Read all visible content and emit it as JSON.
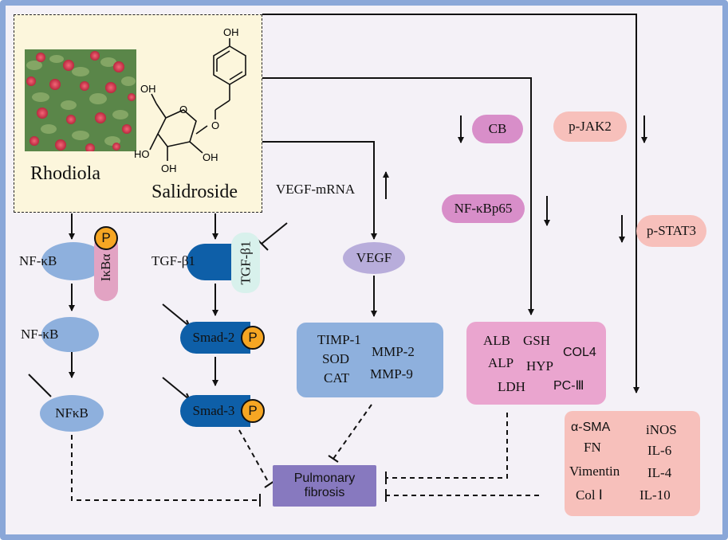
{
  "colors": {
    "frame": "#8aa7d8",
    "background": "#f4f1f7",
    "herb_panel": "#fcf6dc",
    "nfkb_node": "#8eb0dd",
    "ikba": "#e2a3c3",
    "tgf_node": "#0e5fa8",
    "tgf_receptor": "#d8f1ec",
    "phospho": "#f6a623",
    "vegf": "#b8addb",
    "timp_box": "#8eb0dd",
    "cb_nf": "#d88ec9",
    "alb_box": "#eaa5cf",
    "jak_stat": "#f7c0bb",
    "sma_box": "#f7c0bb",
    "fibrosis": "#8779bf"
  },
  "herb": {
    "plant_name": "Rhodiola",
    "compound_name": "Salidroside",
    "structure_labels": {
      "oh_top": "OH",
      "o_link": "O",
      "ring_o": "O",
      "oh_c6": "OH",
      "oh_c4": "HO",
      "oh_c3": "OH",
      "oh_c2": "OH"
    }
  },
  "nfkb_branch": {
    "nfkb_bound": "NF-κB",
    "ikba": "IκBα",
    "phospho": "P",
    "nfkb_free": "NF-κB",
    "nfkb_nuclear": "NFκB"
  },
  "tgf_branch": {
    "tgf_ligand": "TGF-β1",
    "tgf_receptor": "TGF-β1",
    "smad2": "Smad-2",
    "smad3": "Smad-3",
    "phospho": "P"
  },
  "vegf_branch": {
    "vegf_mrna": "VEGF-mRNA",
    "vegf": "VEGF",
    "box": {
      "up_items": [
        "TIMP-1",
        "SOD",
        "CAT"
      ],
      "down_items": [
        "MMP-2",
        "MMP-9"
      ]
    }
  },
  "oxidative_branch": {
    "cb": "CB",
    "nfkbp65": "NF-κBp65",
    "box": {
      "items": [
        "ALB",
        "GSH",
        "ALP",
        "HYP",
        "LDH",
        "COL4",
        "PC-Ⅲ"
      ]
    }
  },
  "jak_branch": {
    "pjak2": "p-JAK2",
    "pstat3": "p-STAT3",
    "box": {
      "left_items": [
        "α-SMA",
        "FN",
        "Vimentin",
        "Col Ⅰ"
      ],
      "right_down": [
        "iNOS",
        "IL-6"
      ],
      "right_up": [
        "IL-4",
        "IL-10"
      ]
    }
  },
  "outcome": {
    "label": "Pulmonary fibrosis"
  }
}
